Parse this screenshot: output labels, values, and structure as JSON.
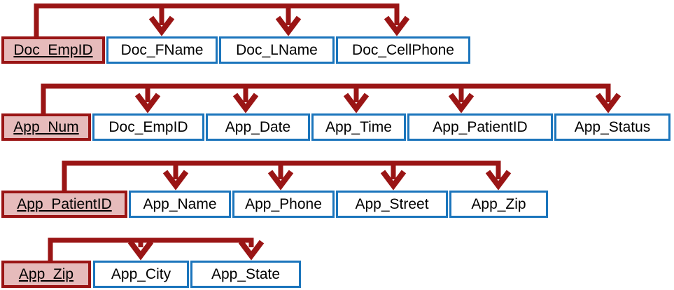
{
  "diagram": {
    "type": "functional-dependency-diagram",
    "colors": {
      "arrow": "#9A1515",
      "key_box_fill": "#E6BBBB",
      "key_box_border": "#9A1515",
      "attribute_box_border": "#1B75BC",
      "attribute_box_fill": "#FFFFFF",
      "text": "#000000"
    },
    "rows": [
      {
        "key": "Doc_EmpID",
        "dependents": [
          "Doc_FName",
          "Doc_LName",
          "Doc_CellPhone"
        ]
      },
      {
        "key": "App_Num",
        "dependents": [
          "Doc_EmpID",
          "App_Date",
          "App_Time",
          "App_PatientID",
          "App_Status"
        ]
      },
      {
        "key": "App_PatientID",
        "dependents": [
          "App_Name",
          "App_Phone",
          "App_Street",
          "App_Zip"
        ]
      },
      {
        "key": "App_Zip",
        "dependents": [
          "App_City",
          "App_State"
        ]
      }
    ]
  }
}
